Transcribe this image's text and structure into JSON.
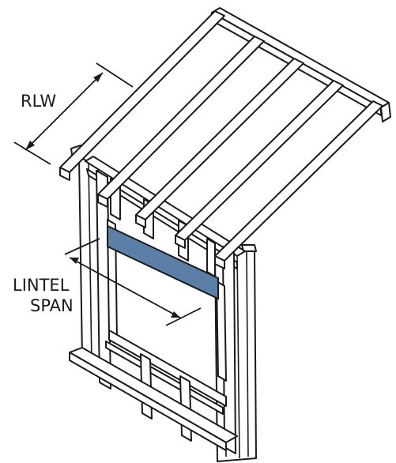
{
  "labels": {
    "rlw": "RLW",
    "lintel_line1": "LINTEL",
    "lintel_line2": "SPAN"
  },
  "colors": {
    "lintel": "#5b7fa6",
    "line": "#1a1a1a",
    "background": "#ffffff"
  }
}
